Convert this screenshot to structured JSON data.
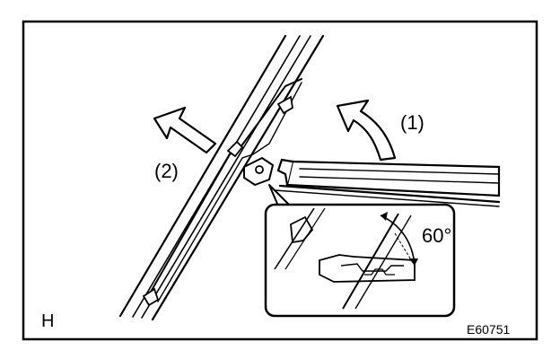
{
  "labels": {
    "step1": "(1)",
    "step2": "(2)",
    "angle": "60°",
    "view": "H",
    "figure_id": "E60751"
  }
}
